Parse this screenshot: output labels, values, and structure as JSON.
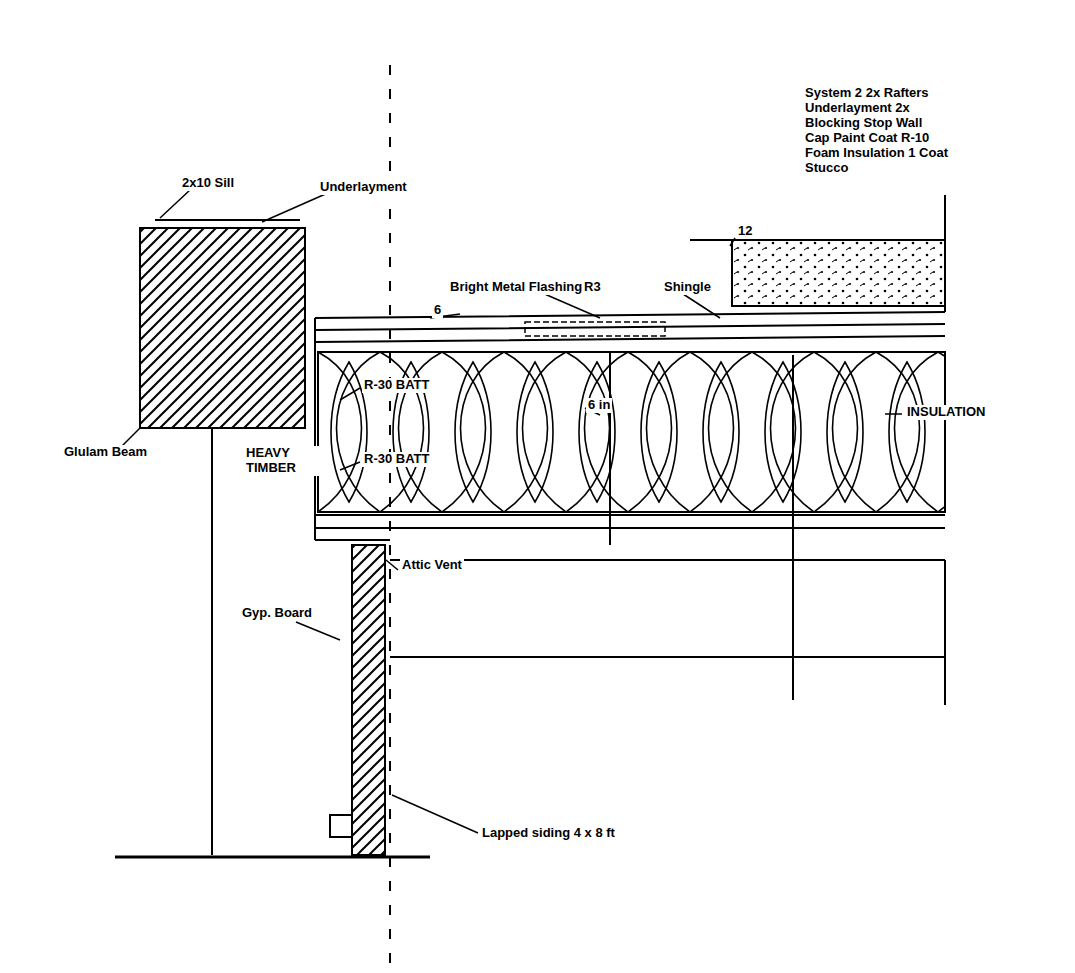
{
  "diagram": {
    "labels": [
      "2x10 Sill",
      "Underlayment",
      "Glulam Beam",
      "Bright Metal Flashing",
      "R3",
      "Shingle",
      "System 2 2x Rafters Underlayment 2x Blocking Stop Wall Cap Paint Coat R-10 Foam Insulation 1 Coat Stucco",
      "R-30 BATT",
      "R-30 BATT",
      "HEAVY TIMBER",
      "6 in",
      "INSULATION",
      "Attic Vent",
      "Gyp. Board",
      "Lapped siding 4 x 8 ft",
      "12",
      "6"
    ]
  }
}
